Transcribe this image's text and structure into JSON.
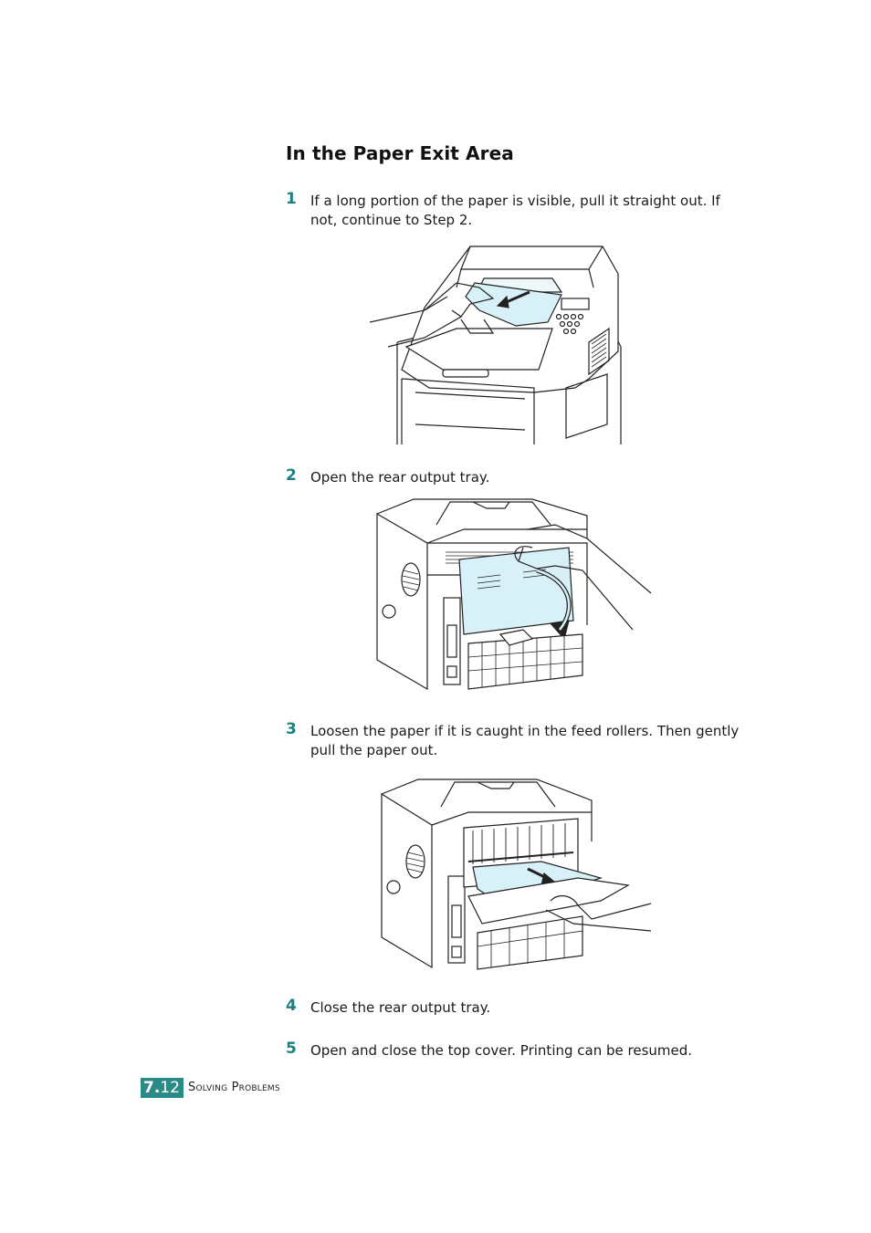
{
  "section_title": "In the Paper Exit Area",
  "steps": [
    {
      "number": "1",
      "text": "If a long portion of the paper is visible, pull it straight out. If not, continue to Step 2."
    },
    {
      "number": "2",
      "text": "Open the rear output tray."
    },
    {
      "number": "3",
      "text": "Loosen the paper if it is caught in the feed rollers. Then gently pull the paper out."
    },
    {
      "number": "4",
      "text": "Close the rear output tray."
    },
    {
      "number": "5",
      "text": "Open and close the top cover. Printing can be resumed."
    }
  ],
  "footer": {
    "chapter": "7.",
    "page": "12",
    "title": "Solving Problems"
  },
  "colors": {
    "accent": "#1a8080",
    "badge": "#2a8a86",
    "paper_fill": "#d8f1f8"
  }
}
